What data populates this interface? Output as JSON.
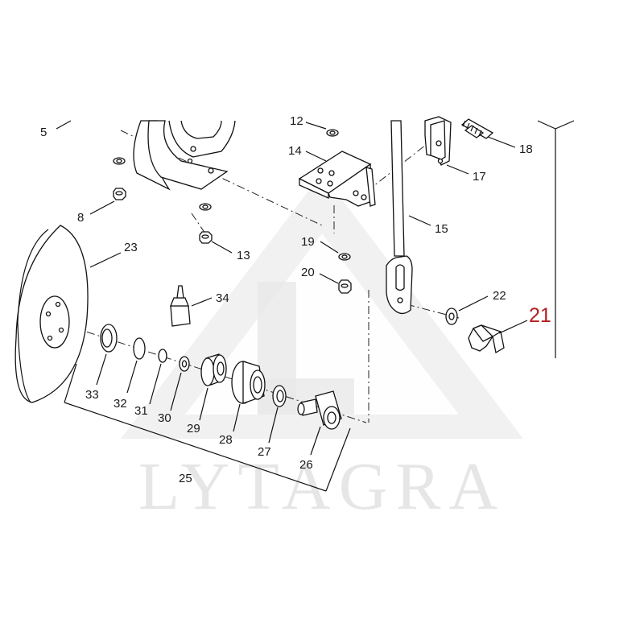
{
  "diagram": {
    "watermark": "LYTAGRA",
    "highlight_color": "#b21e1e",
    "labels": {
      "p5": "5",
      "p8": "8",
      "p12": "12",
      "p13": "13",
      "p14": "14",
      "p15": "15",
      "p17": "17",
      "p18": "18",
      "p19": "19",
      "p20": "20",
      "p21": "21",
      "p22": "22",
      "p23": "23",
      "p25": "25",
      "p26": "26",
      "p27": "27",
      "p28": "28",
      "p29": "29",
      "p30": "30",
      "p31": "31",
      "p32": "32",
      "p33": "33",
      "p34": "34"
    }
  }
}
